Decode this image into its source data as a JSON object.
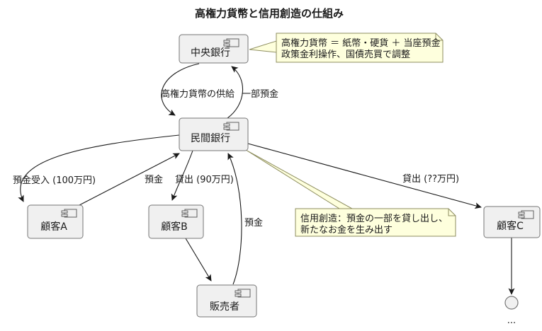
{
  "title": "高権力貨幣と信用創造の仕組み",
  "nodes": {
    "central_bank": {
      "label": "中央銀行"
    },
    "private_bank": {
      "label": "民間銀行"
    },
    "customer_a": {
      "label": "顧客A"
    },
    "customer_b": {
      "label": "顧客B"
    },
    "customer_c": {
      "label": "顧客C"
    },
    "seller": {
      "label": "販売者"
    },
    "continuation": {
      "label": "..."
    }
  },
  "edges": {
    "supply": {
      "label": "高権力貨幣の供給",
      "from": "central_bank",
      "to": "private_bank"
    },
    "partial_deposit": {
      "label": "一部預金",
      "from": "private_bank",
      "to": "central_bank"
    },
    "deposit_accept": {
      "label": "預金受入 (100万円)",
      "from": "private_bank",
      "to": "customer_a"
    },
    "deposit_a": {
      "label": "預金",
      "from": "customer_a",
      "to": "private_bank"
    },
    "loan_b": {
      "label": "貸出 (90万円)",
      "from": "private_bank",
      "to": "customer_b"
    },
    "loan_c": {
      "label": "貸出 (??万円)",
      "from": "private_bank",
      "to": "customer_c"
    },
    "deposit_seller": {
      "label": "預金",
      "from": "seller",
      "to": "private_bank"
    },
    "purchase": {
      "label": "",
      "from": "customer_b",
      "to": "seller"
    },
    "to_continuation": {
      "label": "",
      "from": "customer_c",
      "to": "continuation"
    }
  },
  "notes": {
    "high_powered_money": {
      "line1": "高権力貨幣 ＝ 紙幣・硬貨 ＋ 当座預金",
      "line2": "政策金利操作、国債売買で調整",
      "attached_to": "central_bank"
    },
    "credit_creation": {
      "line1": "信用創造：預金の一部を貸し出し、",
      "line2": "新たなお金を生み出す",
      "attached_to": "private_bank"
    }
  },
  "colors": {
    "node_fill": "#F0F0F0",
    "node_border": "#767676",
    "icon_border": "#606060",
    "note_fill": "#FEFFDD",
    "note_border": "#8E8E60",
    "line": "#1A1A1A"
  }
}
